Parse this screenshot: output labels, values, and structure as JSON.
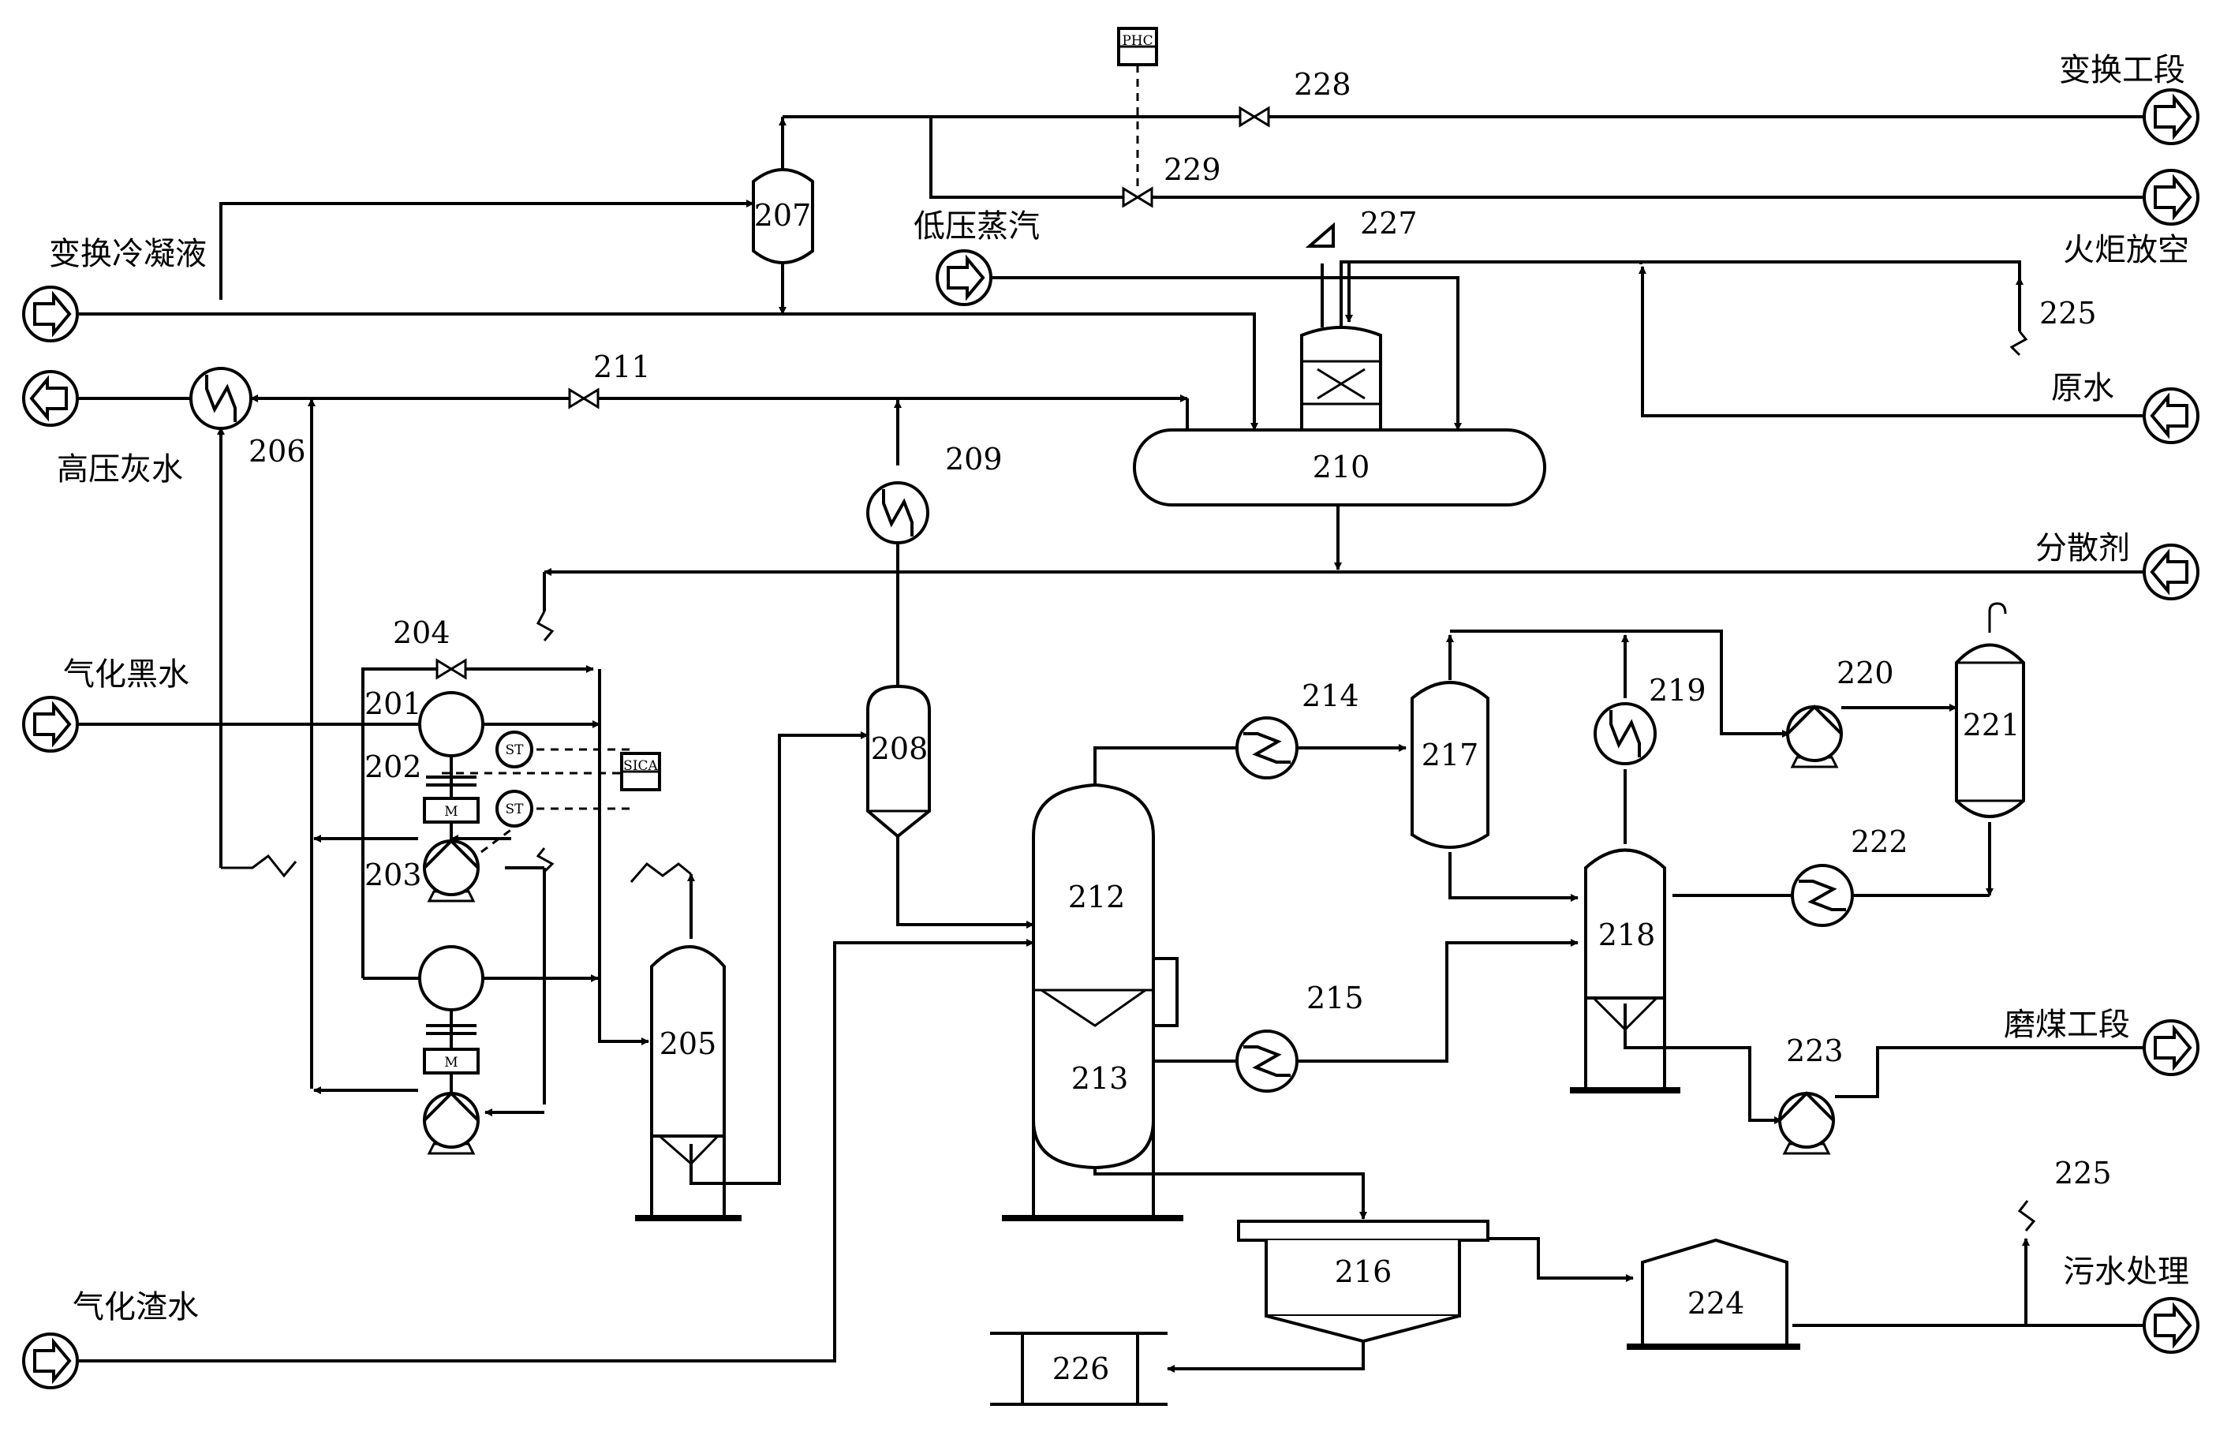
{
  "streams": {
    "shift_section": "变换工段",
    "flare_vent": "火炬放空",
    "shift_condensate": "变换冷凝液",
    "low_pressure_steam": "低压蒸汽",
    "high_pressure_grey_water": "高压灰水",
    "raw_water": "原水",
    "dispersant": "分散剂",
    "gasifier_black_water": "气化黑水",
    "coal_grinding_section": "磨煤工段",
    "sewage_treatment": "污水处理",
    "gasifier_slag_water": "气化渣水"
  },
  "equipment": {
    "e201": "201",
    "e202": "202",
    "e203": "203",
    "e204": "204",
    "e205": "205",
    "e206": "206",
    "e207": "207",
    "e208": "208",
    "e209": "209",
    "e210": "210",
    "e211": "211",
    "e212": "212",
    "e213": "213",
    "e214": "214",
    "e215": "215",
    "e216": "216",
    "e217": "217",
    "e218": "218",
    "e219": "219",
    "e220": "220",
    "e221": "221",
    "e222": "222",
    "e223": "223",
    "e224": "224",
    "e225": "225",
    "e226": "226",
    "e227": "227",
    "e228": "228",
    "e229": "229"
  },
  "instruments": {
    "controller_top": "PHC",
    "speed_transmitter": "ST",
    "speed_controller": "SICA",
    "motor": "M"
  }
}
